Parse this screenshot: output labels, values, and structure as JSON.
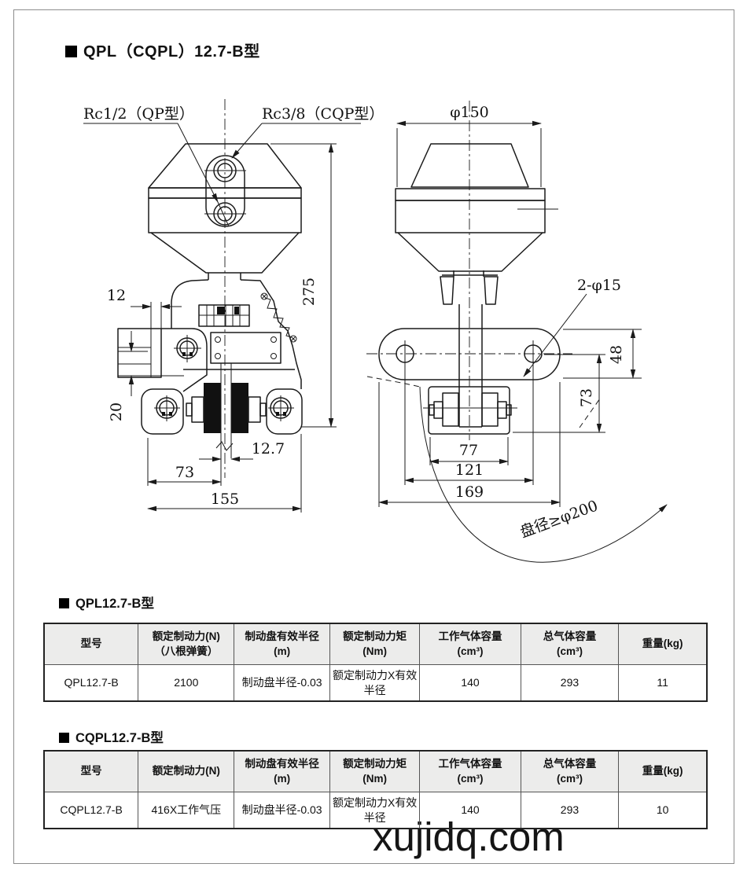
{
  "page": {
    "main_title": "QPL（CQPL）12.7-B型",
    "watermark": "xujidq.com",
    "colors": {
      "header_bg": "#ececeb",
      "line": "#1a1a1a",
      "frame": "#8c8c8c"
    }
  },
  "drawing": {
    "labels": {
      "port_qp": "Rc1/2（QP型）",
      "port_cqp": "Rc3/8（CQP型）",
      "dia_top": "φ150",
      "height_275": "275",
      "offset_12": "12",
      "bracket_20": "20",
      "disc_12_7": "12.7",
      "left_73": "73",
      "width_155": "155",
      "holes_2d15": "2-φ15",
      "plate_48": "48",
      "right_73": "73",
      "w77": "77",
      "w121": "121",
      "w169": "169",
      "disc_note": "盘径≥φ200"
    }
  },
  "table1": {
    "title": "QPL12.7-B型",
    "headers": [
      [
        "型号",
        ""
      ],
      [
        "额定制动力(N)",
        "（八根弹簧）"
      ],
      [
        "制动盘有效半径",
        "(m)"
      ],
      [
        "额定制动力矩",
        "(Nm)"
      ],
      [
        "工作气体容量",
        "(cm³)"
      ],
      [
        "总气体容量",
        "(cm³)"
      ],
      [
        "重量(kg)",
        ""
      ]
    ],
    "row": [
      "QPL12.7-B",
      "2100",
      "制动盘半径-0.03",
      "额定制动力X有效半径",
      "140",
      "293",
      "11"
    ]
  },
  "table2": {
    "title": "CQPL12.7-B型",
    "headers": [
      [
        "型号",
        ""
      ],
      [
        "额定制动力(N)",
        ""
      ],
      [
        "制动盘有效半径",
        "(m)"
      ],
      [
        "额定制动力矩",
        "(Nm)"
      ],
      [
        "工作气体容量",
        "(cm³)"
      ],
      [
        "总气体容量",
        "(cm³)"
      ],
      [
        "重量(kg)",
        ""
      ]
    ],
    "row": [
      "CQPL12.7-B",
      "416X工作气压",
      "制动盘半径-0.03",
      "额定制动力X有效半径",
      "140",
      "293",
      "10"
    ]
  }
}
